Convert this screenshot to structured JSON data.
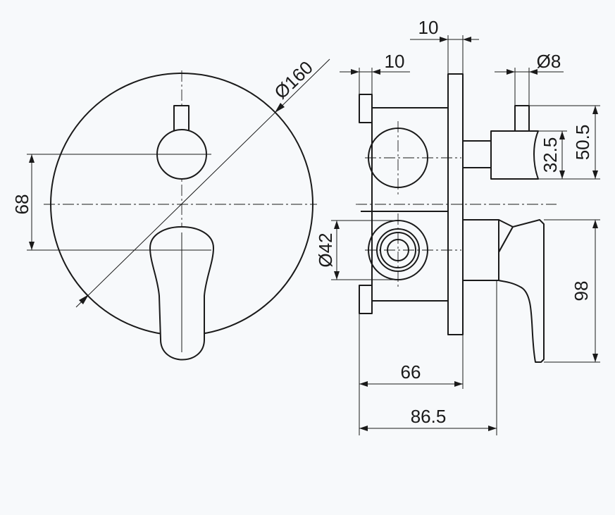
{
  "colors": {
    "background": "#f7f9fb",
    "line": "#1a1a1a"
  },
  "dimensions": {
    "front_diameter": "Ø160",
    "front_height": "68",
    "side_top_width": "10",
    "side_left_width": "10",
    "side_pin_diameter": "Ø8",
    "side_knob_height": "32.5",
    "side_knob_total": "50.5",
    "side_cartridge_diameter": "Ø42",
    "side_lever_height": "98",
    "side_depth_66": "66",
    "side_depth_total": "86.5"
  }
}
